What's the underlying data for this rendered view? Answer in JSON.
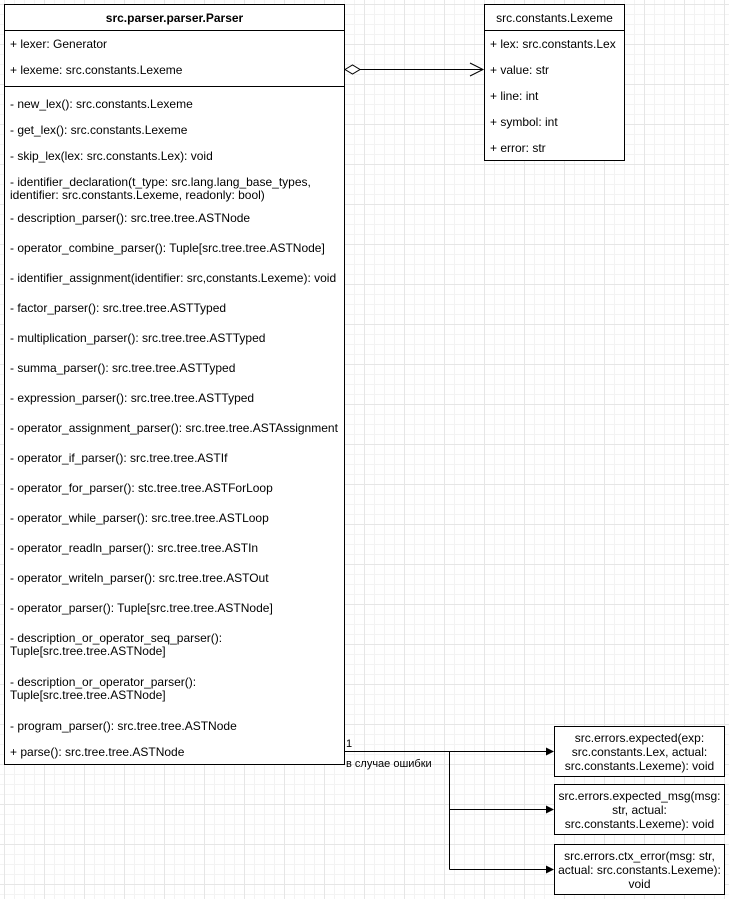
{
  "parser_class": {
    "title": "src.parser.parser.Parser",
    "attributes": [
      "+ lexer: Generator",
      "+ lexeme: src.constants.Lexeme"
    ],
    "methods": [
      "- new_lex(): src.constants.Lexeme",
      "- get_lex(): src.constants.Lexeme",
      "- skip_lex(lex: src.constants.Lex): void",
      "- identifier_declaration(t_type: src.lang.lang_base_types, identifier: src.constants.Lexeme, readonly: bool)",
      "- description_parser(): src.tree.tree.ASTNode",
      "- operator_combine_parser(): Tuple[src.tree.tree.ASTNode]",
      "- identifier_assignment(identifier: src,constants.Lexeme): void",
      "- factor_parser(): src.tree.tree.ASTTyped",
      "- multiplication_parser(): src.tree.tree.ASTTyped",
      "- summa_parser(): src.tree.tree.ASTTyped",
      "- expression_parser(): src.tree.tree.ASTTyped",
      "- operator_assignment_parser(): src.tree.tree.ASTAssignment",
      "- operator_if_parser(): src.tree.tree.ASTIf",
      "- operator_for_parser(): stc.tree.tree.ASTForLoop",
      "- operator_while_parser(): src.tree.tree.ASTLoop",
      "- operator_readln_parser(): src.tree.tree.ASTIn",
      "- operator_writeln_parser(): src.tree.tree.ASTOut",
      "- operator_parser(): Tuple[src.tree.tree.ASTNode]",
      "- description_or_operator_seq_parser(): Tuple[src.tree.tree.ASTNode]",
      "- description_or_operator_parser(): Tuple[src.tree.tree.ASTNode]",
      "- program_parser(): src.tree.tree.ASTNode",
      "+ parse(): src.tree.tree.ASTNode"
    ]
  },
  "lexeme_class": {
    "title": "src.constants.Lexeme",
    "attributes": [
      "+ lex: src.constants.Lex",
      "+ value: str",
      "+ line: int",
      "+ symbol: int",
      "+ error: str"
    ]
  },
  "error_functions": [
    "src.errors.expected(exp: src.constants.Lex, actual: src.constants.Lexeme): void",
    "src.errors.expected_msg(msg: str, actual: src.constants.Lexeme): void",
    "src.errors.ctx_error(msg: str, actual: src.constants.Lexeme): void"
  ],
  "error_link": {
    "multiplicity": "1",
    "label": "в случае ошибки"
  },
  "aggregation_link": {
    "kind": "aggregation"
  }
}
